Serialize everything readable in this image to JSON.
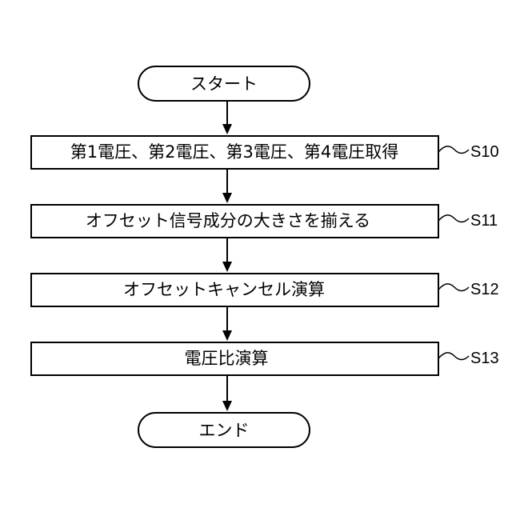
{
  "flowchart": {
    "start": {
      "label": "スタート"
    },
    "steps": [
      {
        "label": "第1電圧、第2電圧、第3電圧、第4電圧取得",
        "step_id": "S10"
      },
      {
        "label": "オフセット信号成分の大きさを揃える",
        "step_id": "S11"
      },
      {
        "label": "オフセットキャンセル演算",
        "step_id": "S12"
      },
      {
        "label": "電圧比演算",
        "step_id": "S13"
      }
    ],
    "end": {
      "label": "エンド"
    }
  }
}
